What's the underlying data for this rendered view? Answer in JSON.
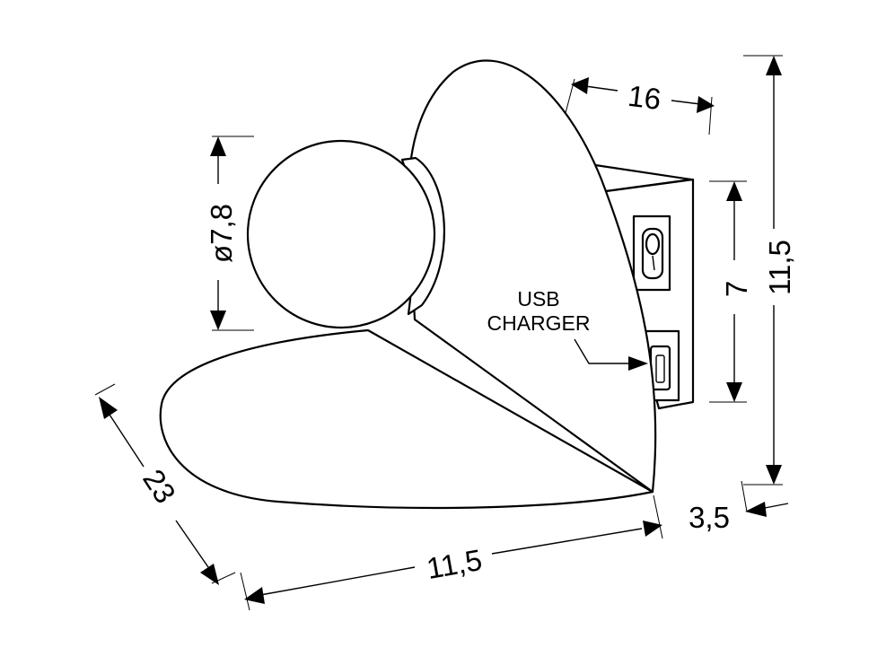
{
  "dimensions": {
    "sphere_diameter": "ø7,8",
    "depth": "16",
    "height_total": "11,5",
    "box_height": "7",
    "width_bottom": "11,5",
    "length_diag": "23",
    "mount_offset": "3,5"
  },
  "labels": {
    "usb_line1": "USB",
    "usb_line2": "CHARGER"
  },
  "icons": {
    "switch": "rocker-switch-icon",
    "usb_port": "usb-port-icon"
  },
  "colors": {
    "stroke": "#000000",
    "fill": "#ffffff"
  }
}
